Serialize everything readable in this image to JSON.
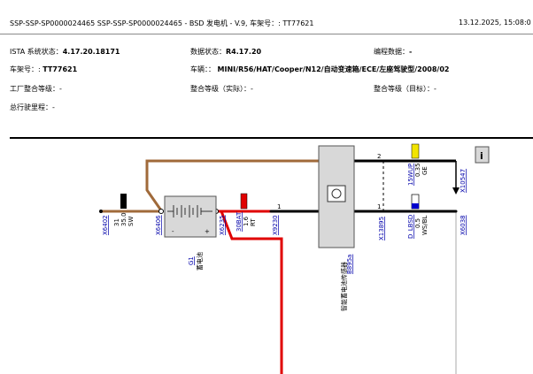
{
  "header": {
    "title": "SSP-SSP-SP0000024465  SSP-SSP-SP0000024465 - BSD 发电机 - V.9, 车架号：: TT77621",
    "date": "13.12.2025,  15:08:0"
  },
  "info": {
    "ista_label": "ISTA 系统状态：",
    "ista_value": "4.17.20.18171",
    "data_label": "数据状态：",
    "data_value": "R4.17.20",
    "prog_label": "编程数据：",
    "prog_value": "-",
    "vin_label": "车架号：:",
    "vin_value": "TT77621",
    "vehicle_label": "车辆：：",
    "vehicle_value": "MINI/R56/HAT/Cooper/N12/自动变速箱/ECE/左座驾驶型/2008/02",
    "factory_label": "工厂整合等级：",
    "factory_value": "-",
    "actual_label": "整合等级（实际）：",
    "actual_value": "-",
    "target_label": "整合等级（目标）：",
    "target_value": "-",
    "mileage_label": "总行驶里程：",
    "mileage_value": "-"
  },
  "diagram": {
    "connectors": {
      "x6402": "X6402",
      "x6406": "X6406",
      "x6235": "X6235",
      "x9230": "X9230",
      "x13895": "X13895",
      "x10547": "X10547",
      "x6038": "X6038"
    },
    "wire_labels": {
      "w31": "31",
      "w35": "35.0",
      "wsw": "SW",
      "w30bat": "30BAT",
      "w16": "1.6",
      "wrt": "RT",
      "w15wup": "15WUP",
      "w035": "0.35",
      "wge": "GE",
      "wdlbsd": "D_LBSD",
      "w05": "0.5",
      "wwsbl": "WS/BL"
    },
    "pins": {
      "p1a": "1",
      "p2": "2",
      "p1b": "1"
    },
    "components": {
      "g1": "G1",
      "g1_desc": "蓄电池",
      "b895a": "B895a",
      "b895a_desc": "智能蓄电池传感器"
    },
    "colors": {
      "brown": "#a06a3a",
      "red": "#e00000",
      "black": "#000000",
      "yellow": "#f2e400",
      "blue": "#0000cc",
      "link": "#0000aa"
    }
  }
}
